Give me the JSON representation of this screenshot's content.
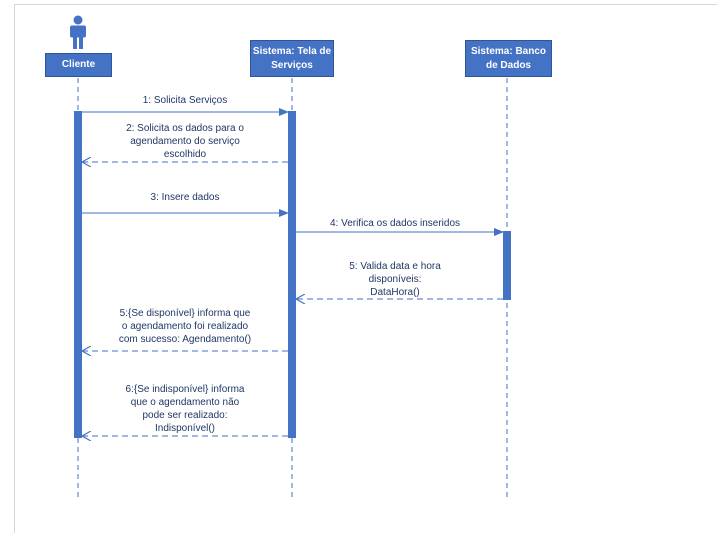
{
  "colors": {
    "accent": "#4472c4",
    "accent_dark": "#2f5597",
    "line": "#4472c4",
    "text": "#1f3864"
  },
  "icons": {
    "actor": "person-icon"
  },
  "participants": [
    {
      "id": "cliente",
      "label": "Cliente"
    },
    {
      "id": "tela",
      "label": "Sistema: Tela de\nServiços"
    },
    {
      "id": "banco",
      "label": "Sistema: Banco\nde Dados"
    }
  ],
  "messages": [
    {
      "from": "cliente",
      "to": "tela",
      "style": "solid",
      "label": "1: Solicita Serviços"
    },
    {
      "from": "tela",
      "to": "cliente",
      "style": "dashed",
      "label": "2: Solicita os dados para o\nagendamento do serviço\nescolhido"
    },
    {
      "from": "cliente",
      "to": "tela",
      "style": "solid",
      "label": "3: Insere dados"
    },
    {
      "from": "tela",
      "to": "banco",
      "style": "solid",
      "label": "4: Verifica os dados inseridos"
    },
    {
      "from": "banco",
      "to": "tela",
      "style": "dashed",
      "label": "5: Valida data e hora\ndisponíveis:\nDataHora()"
    },
    {
      "from": "tela",
      "to": "cliente",
      "style": "dashed",
      "label": "5:{Se disponível} informa que\no agendamento foi realizado\ncom sucesso: Agendamento()"
    },
    {
      "from": "tela",
      "to": "cliente",
      "style": "dashed",
      "label": "6:{Se indisponível} informa\nque o agendamento não\npode ser realizado:\nIndisponível()"
    }
  ]
}
